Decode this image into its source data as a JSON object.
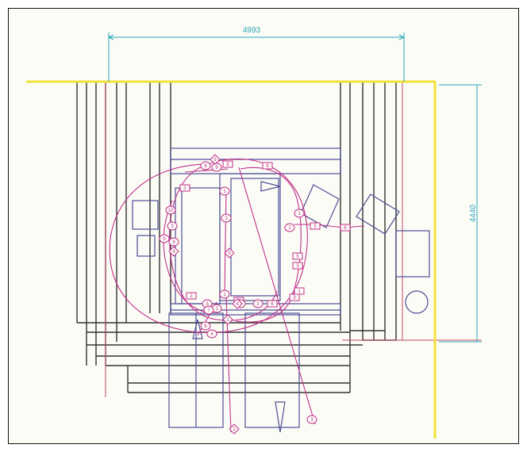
{
  "drawing": {
    "dimension_width": "4993",
    "dimension_height": "4440",
    "colors": {
      "boundary": "#f2e23a",
      "walls": "#333333",
      "equipment": "#4d4f94",
      "paths": "#c0308a",
      "dimension": "#2aa6b8",
      "frame": "#111111"
    },
    "markers": {
      "rect": [
        "8",
        "8",
        "2",
        "5",
        "6",
        "2",
        "3",
        "9",
        "1",
        "5",
        "6",
        "8"
      ],
      "circle": [
        "8",
        "9",
        "1",
        "3",
        "1",
        "2",
        "10",
        "3",
        "9",
        "8",
        "1",
        "4",
        "2",
        "3",
        "1",
        "4",
        "3",
        "6",
        "7"
      ],
      "diamond": [
        "9",
        "4",
        "5",
        "4",
        "1",
        "1"
      ]
    }
  }
}
